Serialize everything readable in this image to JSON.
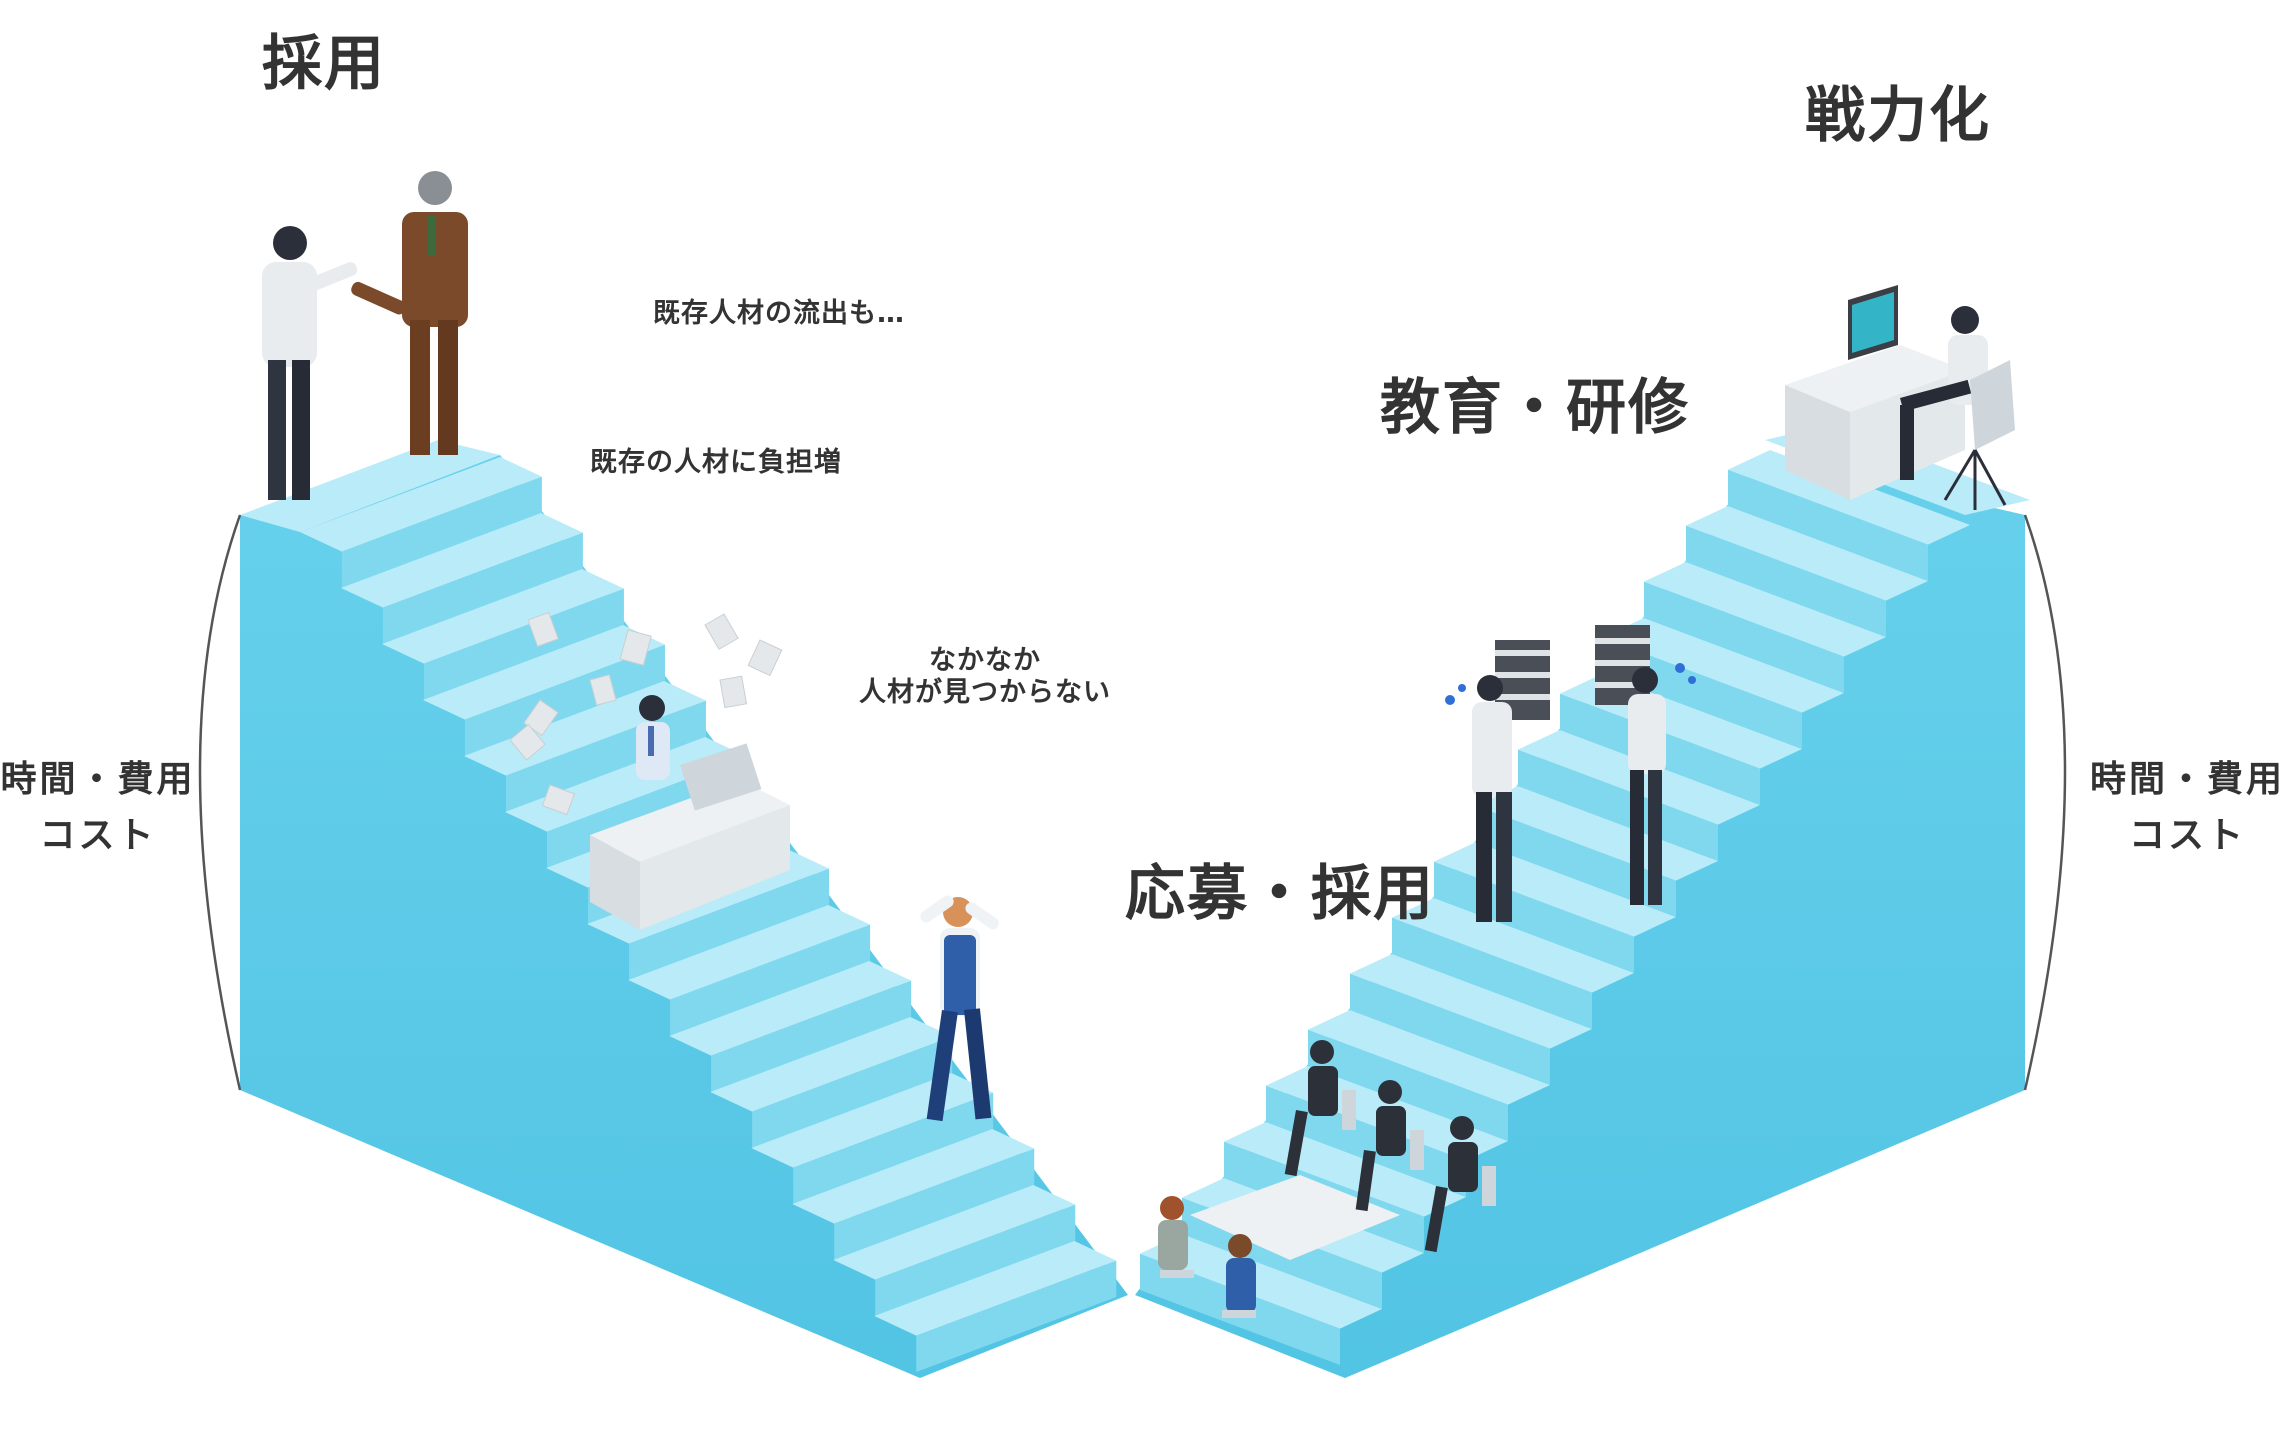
{
  "labels": {
    "hiring": "採用",
    "empowerment": "戦力化",
    "training": "教育・研修",
    "applying": "応募・採用",
    "outflow": "既存人材の流出も…",
    "burden": "既存の人材に負担増",
    "not_found_line1": "なかなか",
    "not_found_line2": "人材が見つからない",
    "cost_left_line1": "時間・費用",
    "cost_left_line2": "コスト",
    "cost_right_line1": "時間・費用",
    "cost_right_line2": "コスト"
  },
  "colors": {
    "stair_front": "#5ccbe8",
    "stair_side": "#4fbfdf",
    "stair_top": "#b9ecf8",
    "stair_riser": "#80d8ef",
    "text": "#333333"
  },
  "icons": [
    "handshake-people-illustration",
    "stressed-office-worker-illustration",
    "troubled-man-illustration",
    "interview-people-illustration",
    "waiting-applicants-illustration",
    "carrying-documents-illustration",
    "working-at-desk-illustration"
  ]
}
